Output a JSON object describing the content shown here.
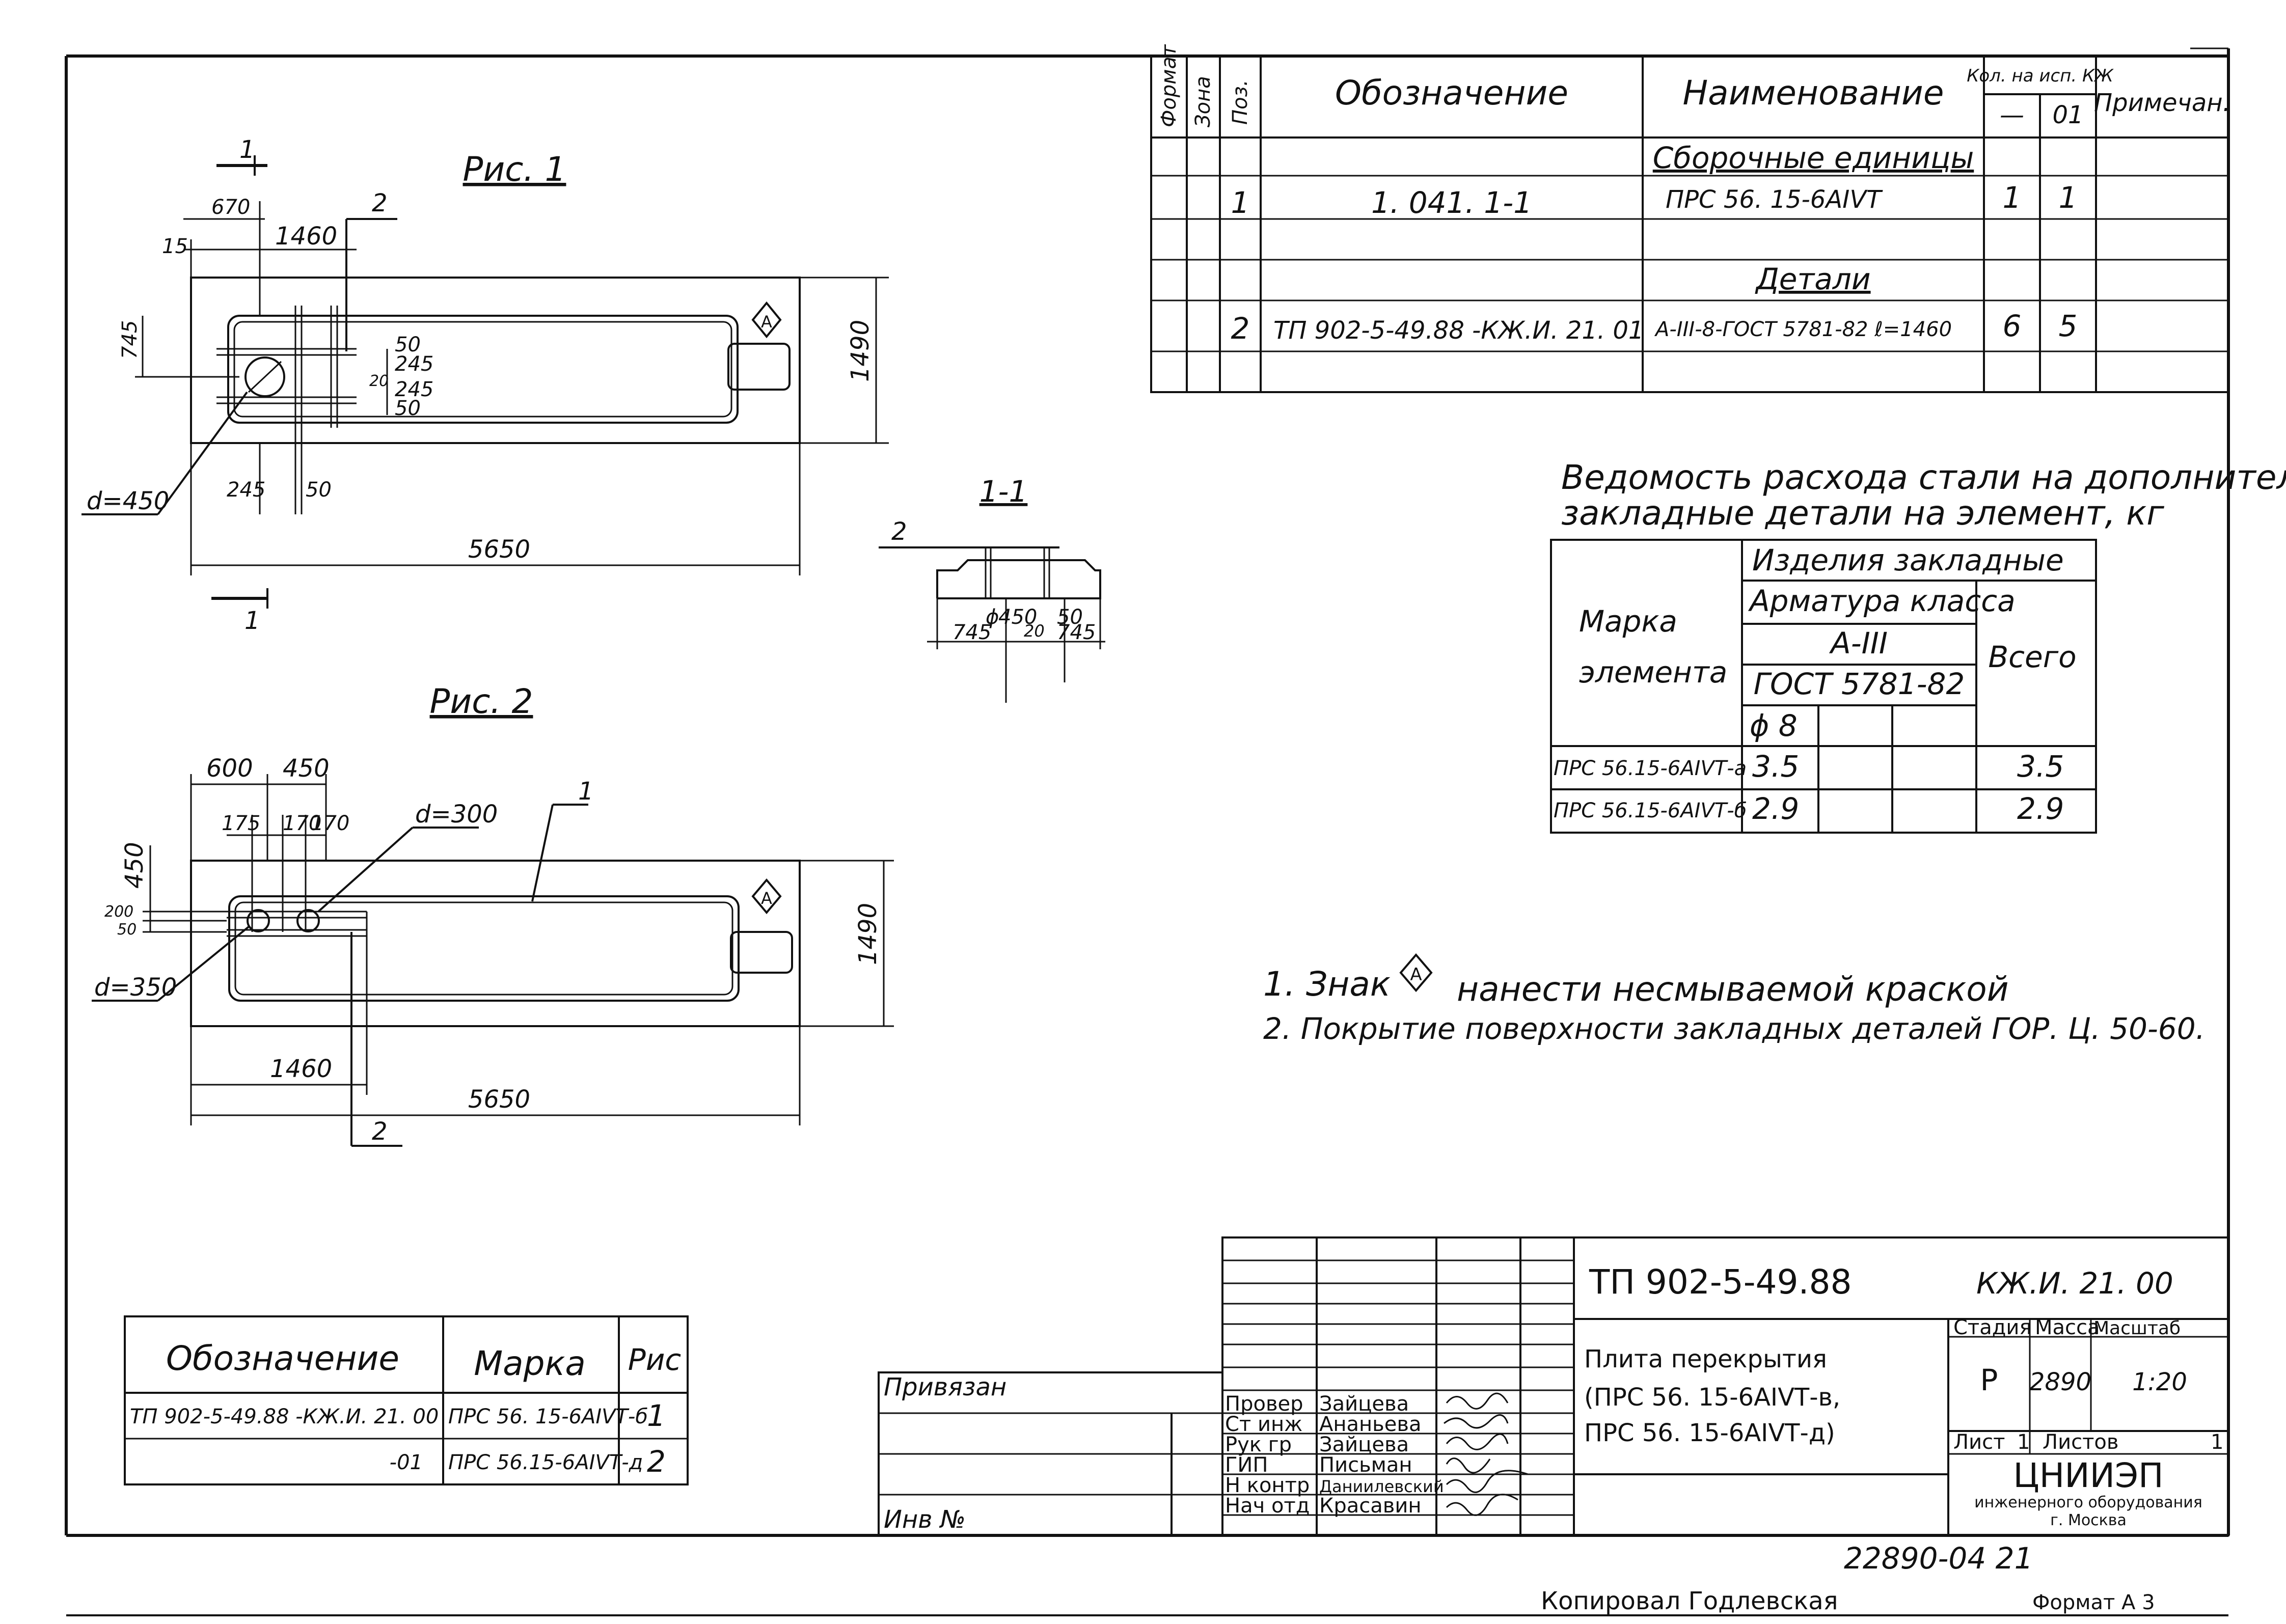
{
  "spec_table": {
    "headers": {
      "format": "Формат",
      "zone": "Зона",
      "pos": "Поз.",
      "designation": "Обозначение",
      "name": "Наименование",
      "qty_top": "Кол. на исп. КЖ",
      "qty_col1": "—",
      "qty_col2": "01",
      "note": "Примечан."
    },
    "section_assemblies": "Сборочные единицы",
    "row1": {
      "pos": "1",
      "designation": "1. 041. 1-1",
      "name": "ПРС 56. 15-6АIVТ",
      "qty1": "1",
      "qty2": "1"
    },
    "section_details": "Детали",
    "row2": {
      "pos": "2",
      "designation_a": "ТП 902-5-49.88",
      "designation_b": "-КЖ.И. 21. 01",
      "name": "А-III-8-ГОСТ 5781-82  ℓ=1460",
      "qty1": "6",
      "qty2": "5"
    }
  },
  "fig1": {
    "title": "Рис. 1",
    "section_mark": "1",
    "leader_label": "2",
    "dims": {
      "d670": "670",
      "d15": "15",
      "d1460": "1460",
      "d745": "745",
      "d50a": "50",
      "d245a": "245",
      "d20": "20",
      "d245b": "245",
      "d50b": "50",
      "d1490": "1490",
      "d245c": "245",
      "d50c": "50",
      "d450": "d=450",
      "d5650": "5650"
    }
  },
  "section11": {
    "title": "1-1",
    "leader": "2",
    "dims": {
      "d745a": "745",
      "phi": "ϕ",
      "d450": "450",
      "d20": "20",
      "d50": "50",
      "d745b": "745"
    }
  },
  "fig2": {
    "title": "Рис. 2",
    "leader_label": "1",
    "leader2": "2",
    "dims": {
      "d600": "600",
      "d450a": "450",
      "d175": "175",
      "d170a": "170",
      "d170b": "170",
      "d300": "d=300",
      "d450b": "450",
      "d200": "200",
      "d50": "50",
      "d350": "d=350",
      "d1490": "1490",
      "d1460": "1460",
      "d5650": "5650"
    }
  },
  "steel_table": {
    "title_line1": "Ведомость расхода стали на дополнительные",
    "title_line2": "закладные детали на элемент, кг",
    "h_mark_1": "Марка",
    "h_mark_2": "элемента",
    "h_items": "Изделия закладные",
    "h_rebar": "Арматура класса",
    "h_class": "А-III",
    "h_gost": "ГОСТ 5781-82",
    "h_phi": "ϕ 8",
    "h_total": "Всего",
    "rows": [
      {
        "mark": "ПРС 56.15-6АIVТ-а",
        "phi8": "3.5",
        "total": "3.5"
      },
      {
        "mark": "ПРС 56.15-6АIVТ-б",
        "phi8": "2.9",
        "total": "2.9"
      }
    ]
  },
  "notes": {
    "n1_a": "1. Знак",
    "n1_b": "нанести несмываемой краской",
    "n2": "2. Покрытие поверхности закладных деталей ГОР. Ц. 50-60."
  },
  "marks_table": {
    "h_designation": "Обозначение",
    "h_mark": "Марка",
    "h_fig": "Рис",
    "rows": [
      {
        "designation": "ТП 902-5-49.88 -КЖ.И. 21. 00",
        "mark": "ПРС 56. 15-6АIVТ-б",
        "fig": "1"
      },
      {
        "designation": "-01",
        "mark": "ПРС 56.15-6АIVТ-д",
        "fig": "2"
      }
    ]
  },
  "title_block": {
    "bound": "Привязан",
    "inv": "Инв №",
    "doc_number": "ТП 902-5-49.88",
    "doc_code": "КЖ.И. 21. 00",
    "title_1": "Плита перекрытия",
    "title_2": "(ПРС 56. 15-6АIVТ-в,",
    "title_3": "ПРС 56. 15-6АIVТ-д)",
    "stage_label": "Стадия",
    "mass_label": "Масса",
    "scale_label": "Масштаб",
    "stage": "Р",
    "mass": "2890",
    "scale": "1:20",
    "sheet_label": "Лист",
    "sheet": "1",
    "sheets_label": "Листов",
    "sheets": "1",
    "org_1": "ЦНИИЭП",
    "org_2": "инженерного оборудования",
    "org_3": "г. Москва",
    "roles": [
      {
        "role": "Провер",
        "name": "Зайцева"
      },
      {
        "role": "Ст инж",
        "name": "Ананьева"
      },
      {
        "role": "Рук гр",
        "name": "Зайцева"
      },
      {
        "role": "ГИП",
        "name": "Письман"
      },
      {
        "role": "Н контр",
        "name": "Даниилевский"
      },
      {
        "role": "Нач отд",
        "name": "Красавин"
      }
    ]
  },
  "footer": {
    "archive": "22890-04 21",
    "copied": "Копировал Годлевская",
    "format": "Формат А 3"
  }
}
